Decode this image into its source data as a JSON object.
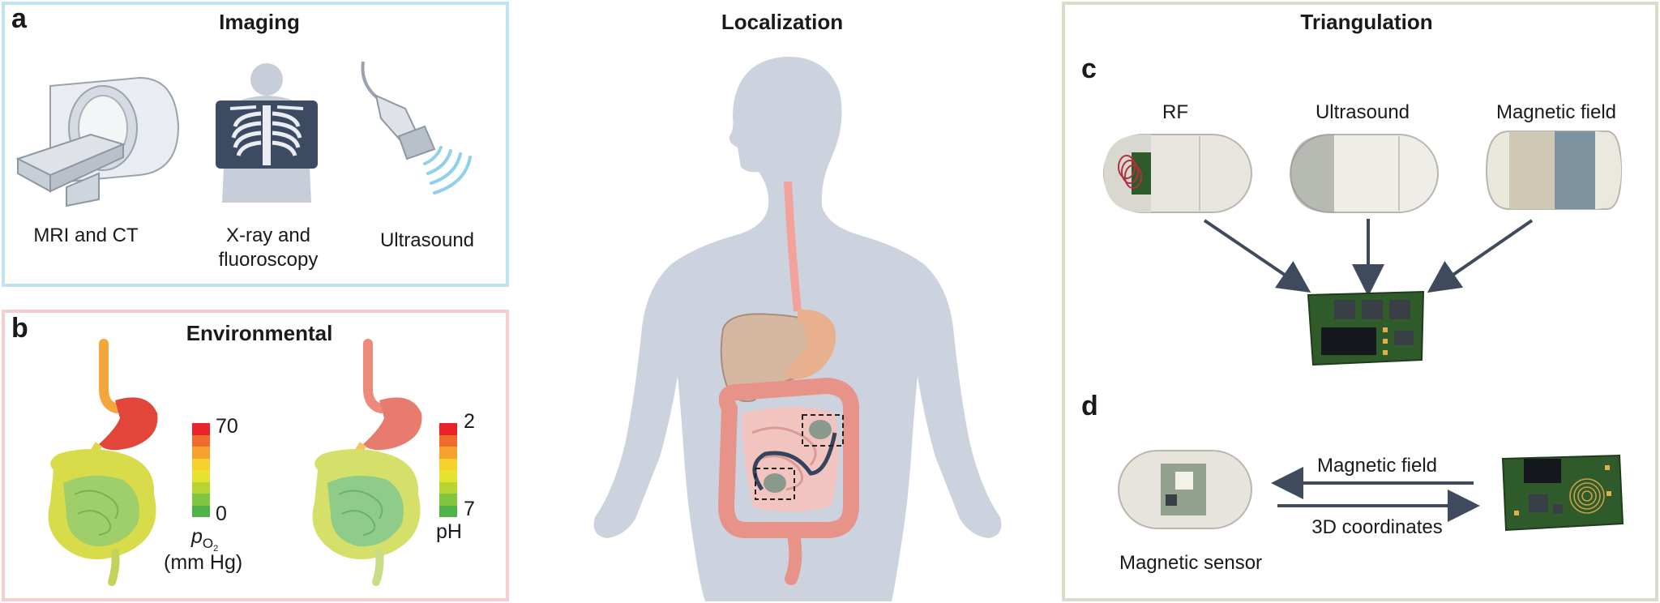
{
  "panel_a": {
    "letter": "a",
    "title": "Imaging",
    "items": [
      {
        "label": "MRI and CT",
        "icon": "mri-ct-scanner-icon"
      },
      {
        "label": "X-ray and\nfluoroscopy",
        "icon": "xray-chest-icon"
      },
      {
        "label": "Ultrasound",
        "icon": "ultrasound-probe-icon"
      }
    ]
  },
  "panel_b": {
    "letter": "b",
    "title": "Environmental",
    "po2": {
      "scale_max": "70",
      "scale_min": "0",
      "unit_prefix": "p",
      "unit_sub": "O",
      "unit_sub2": "2",
      "unit_line2": "(mm Hg)"
    },
    "ph": {
      "scale_top": "2",
      "scale_bottom": "7",
      "unit": "pH"
    },
    "scale_colors": [
      "#e8242a",
      "#f06a2c",
      "#f6a12b",
      "#f8d12c",
      "#e7e22d",
      "#b7d532",
      "#82c541",
      "#4fb348"
    ]
  },
  "center": {
    "title": "Localization"
  },
  "panel_right": {
    "title": "Triangulation",
    "c": {
      "letter": "c",
      "capsules": [
        {
          "label": "RF"
        },
        {
          "label": "Ultrasound"
        },
        {
          "label": "Magnetic field"
        }
      ]
    },
    "d": {
      "letter": "d",
      "arrow_top_label": "Magnetic field",
      "arrow_bottom_label": "3D coordinates",
      "sensor_label": "Magnetic sensor"
    }
  },
  "colors": {
    "imaging_border": "#bfe3f3",
    "environmental_border": "#f4cfcd",
    "triangulation_border": "#d9dcc8",
    "body_silhouette": "#ccd3df",
    "arrow": "#3f4a5c",
    "pcb_green": "#2f5a2a"
  }
}
